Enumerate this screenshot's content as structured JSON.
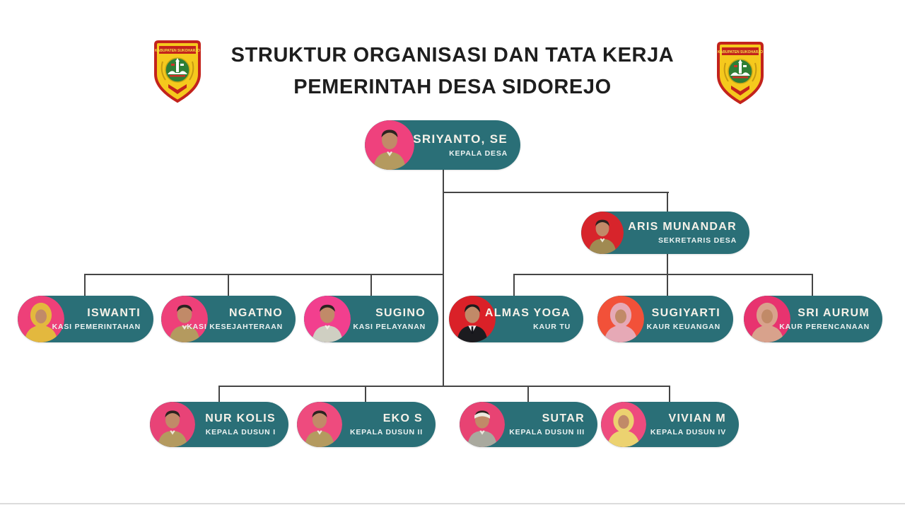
{
  "title": {
    "line1": "STRUKTUR ORGANISASI DAN TATA KERJA",
    "line2": "PEMERINTAH DESA SIDOREJO"
  },
  "logo": {
    "name": "Lambang Kabupaten Sukoharjo",
    "banner_text": "KABUPATEN SUKOHARJO"
  },
  "colors": {
    "node_fill": "#2a6f77",
    "name_text": "#f6f2e9",
    "role_text": "#ecf3f2",
    "connector_line": "#454545",
    "title_text": "#1e1e1e",
    "background": "#ffffff"
  },
  "hierarchy": {
    "root": "SRIYANTO, SE",
    "level2": [
      "ARIS MUNANDAR"
    ],
    "level3": [
      "ISWANTI",
      "NGATNO",
      "SUGINO",
      "ALMAS YOGA",
      "SUGIYARTI",
      "SRI AURUM"
    ],
    "level4": [
      "NUR KOLIS",
      "EKO S",
      "SUTAR",
      "VIVIAN M"
    ]
  },
  "nodes": [
    {
      "name": "SRIYANTO, SE",
      "role": "KEPALA DESA",
      "avatar": {
        "bg": "#ef417d",
        "style": "uniform",
        "outfit": "#b49a5f"
      }
    },
    {
      "name": "ARIS MUNANDAR",
      "role": "SEKRETARIS DESA",
      "avatar": {
        "bg": "#d7242b",
        "style": "uniform",
        "outfit": "#a08a52"
      }
    },
    {
      "name": "ISWANTI",
      "role": "KASI PEMERINTAHAN",
      "avatar": {
        "bg": "#ee4079",
        "style": "hijab",
        "outfit": "#e3b83e"
      }
    },
    {
      "name": "NGATNO",
      "role": "KASI KESEJAHTERAAN",
      "avatar": {
        "bg": "#ee4079",
        "style": "uniform",
        "outfit": "#b49a5f"
      }
    },
    {
      "name": "SUGINO",
      "role": "KASI PELAYANAN",
      "avatar": {
        "bg": "#f23f8e",
        "style": "uniform",
        "outfit": "#cfcfc2"
      }
    },
    {
      "name": "ALMAS YOGA",
      "role": "KAUR TU",
      "avatar": {
        "bg": "#da2128",
        "style": "suit",
        "outfit": "#1b1b1f"
      }
    },
    {
      "name": "SUGIYARTI",
      "role": "KAUR KEUANGAN",
      "avatar": {
        "bg": "#f25139",
        "style": "hijab",
        "outfit": "#e6a9b6"
      }
    },
    {
      "name": "SRI AURUM",
      "role": "KAUR PERENCANAAN",
      "avatar": {
        "bg": "#e8336f",
        "style": "hijab",
        "outfit": "#d8a28c"
      }
    },
    {
      "name": "NUR KOLIS",
      "role": "KEPALA DUSUN I",
      "avatar": {
        "bg": "#e84377",
        "style": "uniform",
        "outfit": "#b49a5f"
      }
    },
    {
      "name": "EKO S",
      "role": "KEPALA DUSUN II",
      "avatar": {
        "bg": "#ee4b7e",
        "style": "uniform",
        "outfit": "#b49a5f"
      }
    },
    {
      "name": "SUTAR",
      "role": "KEPALA DUSUN III",
      "avatar": {
        "bg": "#e84373",
        "style": "cap",
        "outfit": "#a9a99e"
      }
    },
    {
      "name": "VIVIAN M",
      "role": "KEPALA DUSUN IV",
      "avatar": {
        "bg": "#ee4b7e",
        "style": "hijab",
        "outfit": "#ecd270"
      }
    }
  ]
}
